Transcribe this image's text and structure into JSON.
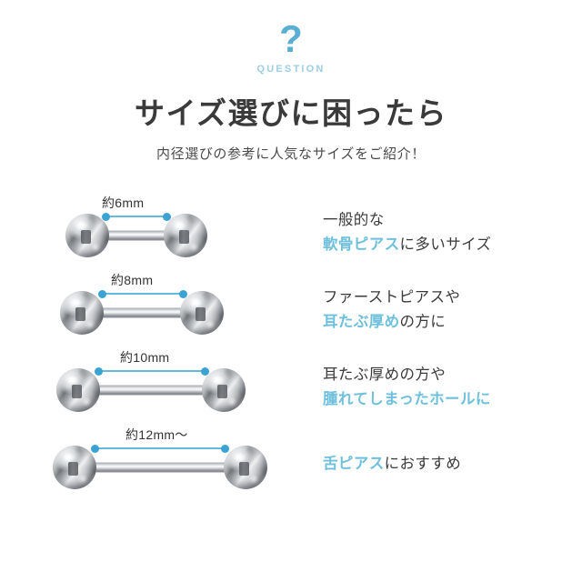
{
  "header": {
    "question_icon": "question-mark-icon",
    "question_glyph": "?",
    "question_label": "QUESTION",
    "title": "サイズ選びに困ったら",
    "subtitle": "内径選びの参考に人気なサイズをご紹介！"
  },
  "colors": {
    "accent_blue": "#59AED4",
    "light_blue": "#6FC0DC",
    "pale_blue": "#9CCFE4",
    "dim_line": "#62BBDE",
    "dim_dot": "#3BA3D4",
    "text_dark": "#3A3A3A",
    "background": "#ffffff"
  },
  "rows": [
    {
      "size_label": "約6mm",
      "desc_line1": "一般的な",
      "desc_line2_highlight": "軟骨ピアス",
      "desc_line2_rest": "に多いサイズ"
    },
    {
      "size_label": "約8mm",
      "desc_line1": "ファーストピアスや",
      "desc_line2_highlight": "耳たぶ厚め",
      "desc_line2_rest": "の方に"
    },
    {
      "size_label": "約10mm",
      "desc_line1": "耳たぶ厚めの方や",
      "desc_line2_highlight": "腫れてしまったホールに",
      "desc_line2_rest": ""
    },
    {
      "size_label": "約12mm〜",
      "desc_line1": "",
      "desc_line2_highlight": "舌ピアス",
      "desc_line2_rest": "におすすめ"
    }
  ]
}
